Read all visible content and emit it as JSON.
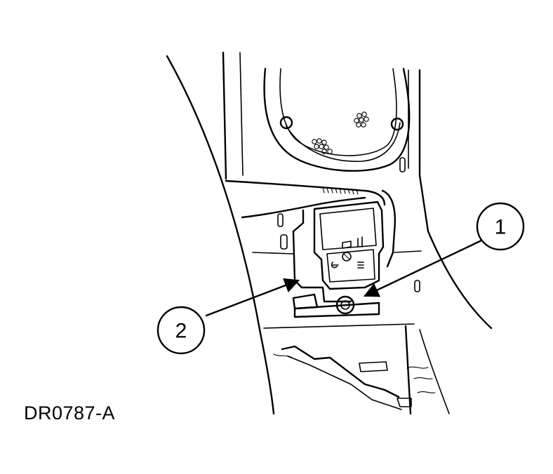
{
  "figure": {
    "id_label": "DR0787-A"
  },
  "callouts": [
    {
      "number": "1"
    },
    {
      "number": "2"
    }
  ]
}
